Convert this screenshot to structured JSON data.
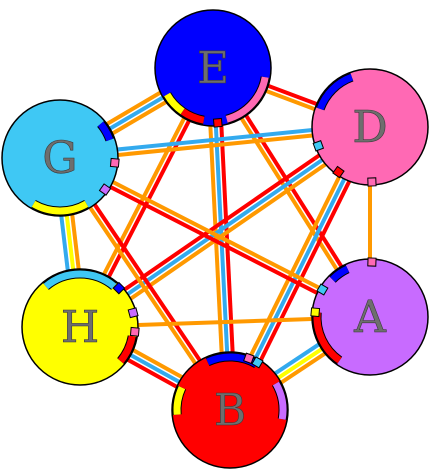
{
  "nodes": [
    {
      "id": "E",
      "label": "E",
      "color": "#0000ff"
    },
    {
      "id": "D",
      "label": "D",
      "color": "#ff69b4"
    },
    {
      "id": "G",
      "label": "G",
      "color": "#3fc8f4"
    },
    {
      "id": "A",
      "label": "A",
      "color": "#c86bff"
    },
    {
      "id": "H",
      "label": "H",
      "color": "#ffff00"
    },
    {
      "id": "B",
      "label": "B",
      "color": "#ff0000"
    }
  ],
  "edge_colors": {
    "red": "#ff0000",
    "orange": "#ff9900",
    "blue": "#33aaee",
    "yellow": "#ffff00"
  },
  "edges": [
    {
      "from": "E",
      "to": "D",
      "colors": [
        "red",
        "orange"
      ]
    },
    {
      "from": "E",
      "to": "G",
      "colors": [
        "orange",
        "blue",
        "orange"
      ]
    },
    {
      "from": "E",
      "to": "A",
      "colors": [
        "red",
        "orange"
      ]
    },
    {
      "from": "E",
      "to": "B",
      "colors": [
        "red",
        "blue",
        "orange"
      ]
    },
    {
      "from": "E",
      "to": "H",
      "colors": [
        "red",
        "orange"
      ]
    },
    {
      "from": "D",
      "to": "G",
      "colors": [
        "orange",
        "blue"
      ]
    },
    {
      "from": "D",
      "to": "A",
      "colors": [
        "orange"
      ]
    },
    {
      "from": "D",
      "to": "B",
      "colors": [
        "red",
        "blue",
        "orange"
      ]
    },
    {
      "from": "D",
      "to": "H",
      "colors": [
        "orange",
        "blue",
        "red"
      ]
    },
    {
      "from": "G",
      "to": "H",
      "colors": [
        "orange",
        "yellow",
        "blue"
      ]
    },
    {
      "from": "G",
      "to": "B",
      "colors": [
        "red",
        "orange"
      ]
    },
    {
      "from": "G",
      "to": "A",
      "colors": [
        "orange",
        "red"
      ]
    },
    {
      "from": "H",
      "to": "A",
      "colors": [
        "orange"
      ]
    },
    {
      "from": "H",
      "to": "B",
      "colors": [
        "orange",
        "blue",
        "red"
      ]
    },
    {
      "from": "A",
      "to": "B",
      "colors": [
        "orange",
        "yellow",
        "blue"
      ]
    }
  ],
  "arcs": [
    {
      "node": "E",
      "color": "#ff69b4",
      "start": 10,
      "end": 75
    },
    {
      "node": "E",
      "color": "#ff0000",
      "start": 100,
      "end": 125
    },
    {
      "node": "E",
      "color": "#ffff00",
      "start": 125,
      "end": 150
    },
    {
      "node": "D",
      "color": "#0000ff",
      "start": 200,
      "end": 250
    },
    {
      "node": "G",
      "color": "#ffff00",
      "start": 60,
      "end": 120
    },
    {
      "node": "G",
      "color": "#0000ff",
      "start": 320,
      "end": 340
    },
    {
      "node": "A",
      "color": "#ff0000",
      "start": 125,
      "end": 185
    },
    {
      "node": "A",
      "color": "#0000ff",
      "start": 225,
      "end": 245
    },
    {
      "node": "H",
      "color": "#3fc8f4",
      "start": 230,
      "end": 310
    },
    {
      "node": "H",
      "color": "#ff0000",
      "start": 10,
      "end": 40
    },
    {
      "node": "B",
      "color": "#0000ff",
      "start": 245,
      "end": 300
    },
    {
      "node": "B",
      "color": "#c86bff",
      "start": 330,
      "end": 10
    },
    {
      "node": "B",
      "color": "#ffff00",
      "start": 175,
      "end": 205
    }
  ],
  "ticks": [
    {
      "node": "E",
      "color": "#ff0000",
      "angle": 85
    },
    {
      "node": "D",
      "color": "#ff69b4",
      "angle": 88
    },
    {
      "node": "D",
      "color": "#3fc8f4",
      "angle": 160
    },
    {
      "node": "D",
      "color": "#ff0000",
      "angle": 125
    },
    {
      "node": "G",
      "color": "#ff69b4",
      "angle": 5
    },
    {
      "node": "G",
      "color": "#c86bff",
      "angle": 35
    },
    {
      "node": "A",
      "color": "#ff69b4",
      "angle": 272
    },
    {
      "node": "A",
      "color": "#3fc8f4",
      "angle": 210
    },
    {
      "node": "A",
      "color": "#ffff00",
      "angle": 185
    },
    {
      "node": "H",
      "color": "#0000ff",
      "angle": 315
    },
    {
      "node": "H",
      "color": "#c86bff",
      "angle": 345
    },
    {
      "node": "H",
      "color": "#ff69b4",
      "angle": 5
    },
    {
      "node": "B",
      "color": "#ff69b4",
      "angle": 290
    },
    {
      "node": "B",
      "color": "#3fc8f4",
      "angle": 300
    }
  ]
}
